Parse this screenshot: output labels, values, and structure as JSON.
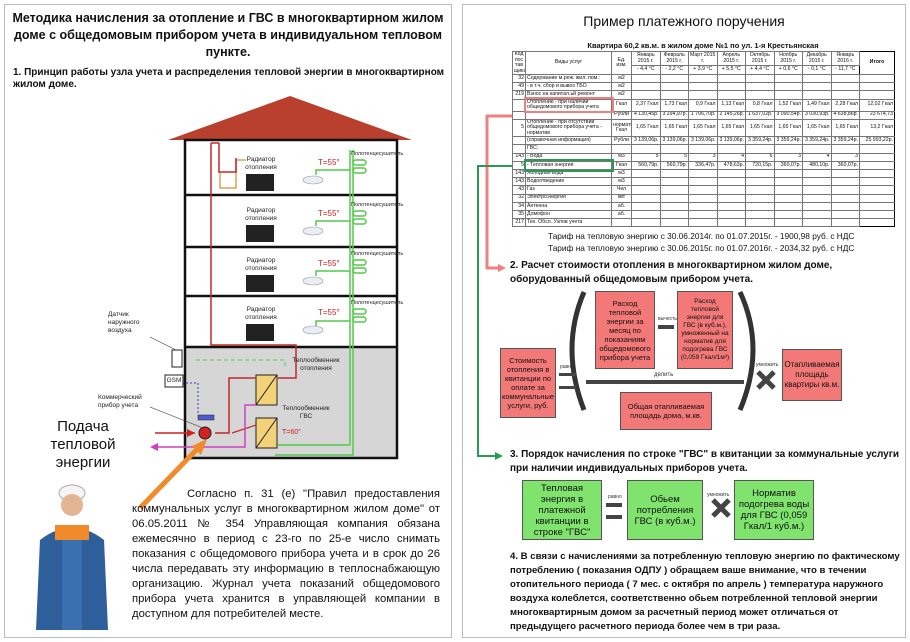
{
  "left": {
    "title": "Методика начисления за отопление и ГВС в многоквартирном жилом доме с общедомовым прибором учета в индивидуальном тепловом пункте.",
    "subtitle": "1.  Принцип работы узла учета и распределения тепловой энергии в многоквартирном жилом доме.",
    "radiator_label": "Радиатор отопления",
    "temp_label": "Т=55°",
    "towel_label": "Полотенцесушитель",
    "sensor_label": "Датчик наружного воздуха",
    "gsm_label": "GSM",
    "meter_label": "Коммерческий прибор учета",
    "hx_heating_label": "Теплообменник отопления",
    "hx_dhw_label": "Теплообменник ГВС",
    "dhw_temp_label": "Т=60°",
    "supply_label": "Подача тепловой энергии",
    "paragraph": "Согласно п. 31 (е) \"Правил предоставления коммунальных услуг в многоквартирном жилом доме\" от 06.05.2011 № 354 Управляющая компания обязана ежемесячно в период с 23-го по 25-е число снимать показания с общедомового прибора учета и в срок до 26 числа передавать эту информацию в теплоснабжающую организацию. Журнал учета показаний общедомового прибора учета хранится в управляющей компании в доступном для потребителей месте."
  },
  "right": {
    "title": "Пример платежного поручения",
    "table_caption": "Квартира 60,2 кв.м. в жилом доме №1 по ул. 1-я Крестьянская",
    "table": {
      "headers": [
        "Код пос тав щика",
        "Виды услуг",
        "Ед. изм."
      ],
      "months": [
        "Январь 2015 г.",
        "Февраль 2015 г.",
        "Март 2015 г.",
        "Апрель 2015 г.",
        "Октябрь 2015 г.",
        "Ноябрь 2015 г.",
        "Декабрь 2015 г.",
        "Январь 2016 г."
      ],
      "temps": [
        "- 4,4 °C",
        "- 2,2 °C",
        "+ 3,9 °C",
        "+ 5,5 °C",
        "+ 4,4 °C",
        "+ 0,6 °C",
        "- 0,1 °C",
        "- 11,7 °C"
      ],
      "total_header": "Итого",
      "rows": [
        {
          "code": "32",
          "service": "Содержание м.реж. жил. пом.:",
          "unit": "м2",
          "values": [],
          "total": ""
        },
        {
          "code": "49",
          "service": "- в т.ч. сбор и вывоз ТБО",
          "unit": "м2",
          "values": [],
          "total": ""
        },
        {
          "code": "219",
          "service": "Взнос на капитал.ьй ремонт",
          "unit": "м2",
          "values": [],
          "total": ""
        },
        {
          "code": "",
          "service": "Отопление - при наличии общедомового прибора учета",
          "unit": "Гкал",
          "values": [
            "2,37 Гкал",
            "1,73 Гкал",
            "0,9 Гкал",
            "1,13 Гкал",
            "0,8 Гкал",
            "1,52 Гкал",
            "1,49 Гкал",
            "2,28 Гкал"
          ],
          "total": "12,02 Гкал",
          "highlight": "red"
        },
        {
          "code": "",
          "service": "",
          "unit": "Рубли",
          "values": [
            "4 130,45р.",
            "3 294,97р.",
            "1 706,70р.",
            "2 145,26р.",
            "1 637,02р.",
            "3 090,54р.",
            "3 030,93р.",
            "4 638,86р."
          ],
          "total": "23 674,73"
        },
        {
          "code": "5",
          "service": "Отопление - при отсутствии общедомового прибора учета - норматив",
          "unit": "норматив Гкал",
          "values": [
            "1,65 Гкал",
            "1,65 Гкал",
            "1,65 Гкал",
            "1,65 Гкал",
            "1,65 Гкал",
            "1,65 Гкал",
            "1,65 Гкал",
            "1,65 Гкал"
          ],
          "total": "13,2 Гкал"
        },
        {
          "code": "",
          "service": "(справочная информация)",
          "unit": "Рубли",
          "values": [
            "3 139,06р.",
            "3 139,06р.",
            "3 139,06р.",
            "3 139,06р.",
            "3 359,24р.",
            "3 359,24р.",
            "3 359,24р.",
            "3 359,24р."
          ],
          "total": "25 993,22р."
        },
        {
          "code": "",
          "service": "ГВС:",
          "unit": "",
          "values": [],
          "total": ""
        },
        {
          "code": "143",
          "service": "- Вода",
          "unit": "м3",
          "values": [
            "5",
            "5",
            "3",
            "4",
            "6",
            "3",
            "4",
            "3"
          ],
          "total": ""
        },
        {
          "code": "5",
          "service": "- Тепловая энергия",
          "unit": "Гкал",
          "values": [
            "560,79р.",
            "560,79р.",
            "336,47р.",
            "478,63р.",
            "720,15р.",
            "360,07р.",
            "480,10р.",
            "360,07р."
          ],
          "total": "",
          "highlight": "green"
        },
        {
          "code": "143",
          "service": "Холодная вода",
          "unit": "м3",
          "values": [],
          "total": ""
        },
        {
          "code": "143",
          "service": "Водоотведение",
          "unit": "м3",
          "values": [],
          "total": ""
        },
        {
          "code": "43",
          "service": "Газ",
          "unit": "Чел",
          "values": [],
          "total": ""
        },
        {
          "code": "32",
          "service": "Электроэнергия",
          "unit": "квт",
          "values": [],
          "total": ""
        },
        {
          "code": "34",
          "service": "Антенна",
          "unit": "аб.",
          "values": [],
          "total": ""
        },
        {
          "code": "35",
          "service": "Домофон",
          "unit": "аб.",
          "values": [],
          "total": ""
        },
        {
          "code": "217",
          "service": "Тех. Обсл. Узлов учета",
          "unit": "",
          "values": [],
          "total": ""
        }
      ]
    },
    "tariff1": "Тариф на тепловую энергию с 30.06.2014г. по 01.07.2015г. - 1900,98 руб. с НДС",
    "tariff2": "Тариф на тепловую энергию с 30.06.2015г. по 01.07.2016г. - 2034,32 руб. с НДС",
    "section2": "2.   Расчет стоимости отопления в многоквартирном жилом доме, оборудованный общедомовым прибором учета.",
    "f2": {
      "cost": "Стоимость отопления в квитанции по оплате за коммунальные услуги, руб.",
      "equals": "равно",
      "consumption": "Расход тепловой энергии за месяц по показаниям общедомового прибора учета",
      "minus": "вычесть",
      "dhw": "Расход тепловой энергии для ГВС (в куб.м.), умноженный на норматив для подогрева ГВС (0,059 Гкал/1м³)",
      "divide": "делить",
      "total_area": "Общая отапливаемая площадь дома, м.кв.",
      "multiply": "умножить",
      "flat_area": "Отапливаемая площадь квартиры кв.м."
    },
    "section3": "3.   Порядок начисления по строке \"ГВС\" в квитанции за коммунальные услуги при наличии индивидуальных приборов учета.",
    "f3": {
      "energy": "Тепловая энергия в платежной квитанции в строке \"ГВС\"",
      "equals": "равно",
      "volume": "Обьем потребления ГВС (в куб.м.)",
      "multiply": "умножить",
      "norm": "Норматив подогрева воды для ГВС (0,059 Гкал/1 куб.м.)"
    },
    "section4": "4.   В связи с начислениями за потребленную тепловую энергию по фактическому потреблению ( показания ОДПУ ) обращаем ваше внимание, что в течении отопительного периода ( 7 мес. с октября по апрель ) температура наружного воздуха колеблется, соответственно обьем     потребленной тепловой энергии многоквартирным домом за расчетный период может отличаться от предыдущего расчетного периода более чем в три раза."
  },
  "colors": {
    "roof": "#b8402c",
    "pink_box": "#f37878",
    "green_box": "#7fe36e",
    "red_pipe": "#c0282a",
    "green_pipe": "#52c94a",
    "orange_arrow": "#f08a2a"
  }
}
